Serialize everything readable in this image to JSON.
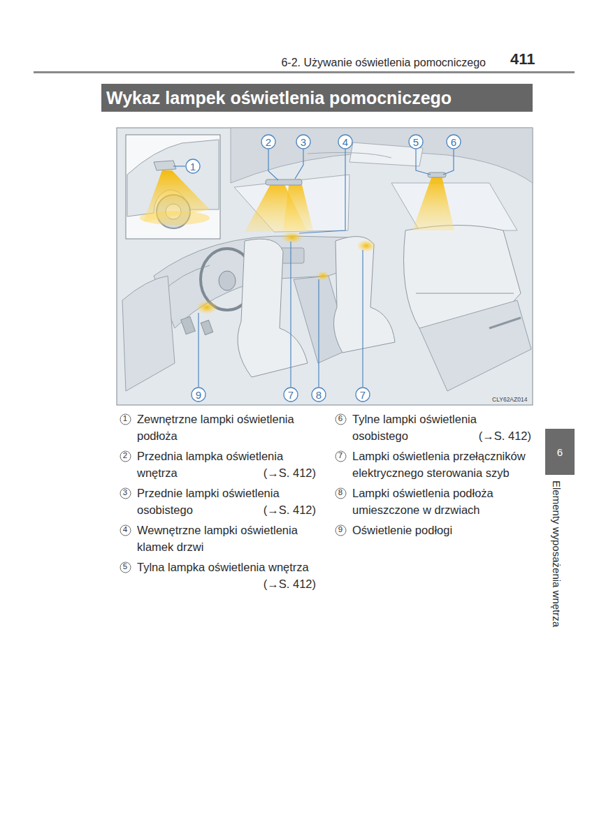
{
  "diagram": {
    "title": "Wykaz lampek oświetlenia pomocniczego",
    "nodes": [
      {
        "text": [
          "2"
        ]
      },
      {
        "text": [
          "3"
        ]
      },
      {
        "text": [
          "4"
        ]
      },
      {
        "text": [
          "5"
        ]
      },
      {
        "text": [
          "6"
        ]
      },
      {
        "text": [
          "1"
        ]
      },
      {
        "text": [
          "9"
        ]
      },
      {
        "text": [
          "7"
        ]
      },
      {
        "text": [
          "8"
        ]
      },
      {
        "text": [
          "7"
        ]
      },
      {
        "text": [
          "1"
        ]
      },
      {
        "text": [
          "2"
        ]
      },
      {
        "text": [
          "3"
        ]
      },
      {
        "text": [
          "4"
        ]
      },
      {
        "text": [
          "5"
        ]
      },
      {
        "text": [
          "6"
        ]
      },
      {
        "text": [
          "7"
        ]
      },
      {
        "text": [
          "8"
        ]
      },
      {
        "text": [
          "9"
        ]
      },
      {
        "text": [
          "6"
        ]
      }
    ],
    "labels": [
      "6-2. Używanie oświetlenia pomocniczego",
      "411",
      "CLY62AZ014",
      "Zewnętrzne lampki oświetlenia podłoża",
      "Przednia lampka oświetlenia wnętrza",
      "(→S. 412)",
      "Przednie lampki oświetlenia osobistego",
      "(→S. 412)",
      "Wewnętrzne lampki oświetlenia klamek drzwi",
      "Tylna lampka oświetlenia wnętrza",
      "(→S. 412)",
      "Tylne lampki oświetlenia osobistego",
      "(→S. 412)",
      "Lampki oświetlenia przełączników elektrycznego sterowania szyb",
      "Lampki oświetlenia podłoża umieszczone w drzwiach",
      "Oświetlenie podłogi",
      "Elementy wyposażenia wnętrza"
    ]
  }
}
